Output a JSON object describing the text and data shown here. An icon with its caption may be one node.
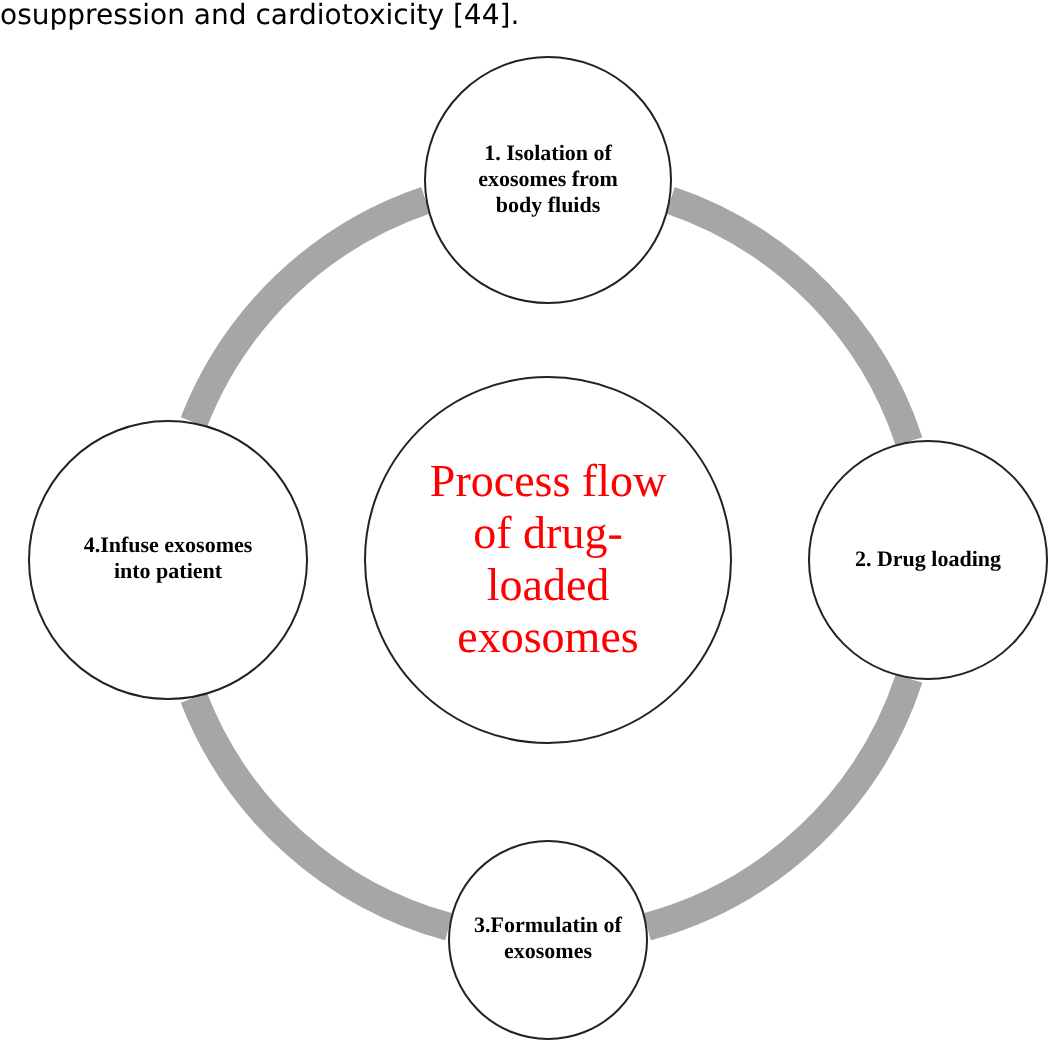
{
  "diagram": {
    "nodes": [
      {
        "text": [
          "Process flow of drug-loaded exosomes"
        ]
      },
      {
        "text": [
          "1. Isolation of exosomes from body fluids"
        ]
      },
      {
        "text": [
          "2. Drug loading"
        ]
      },
      {
        "text": [
          "3.Formulatin of exosomes"
        ]
      },
      {
        "text": [
          "4.Infuse exosomes into patient"
        ]
      }
    ],
    "edges": [
      {
        "from": 1,
        "to": 2,
        "arrow": "none"
      },
      {
        "from": 2,
        "to": 3,
        "arrow": "none"
      },
      {
        "from": 3,
        "to": 4,
        "arrow": "none"
      },
      {
        "from": 4,
        "to": 1,
        "arrow": "none"
      }
    ],
    "labels": [
      "osuppression and cardiotoxicity [44]."
    ]
  }
}
